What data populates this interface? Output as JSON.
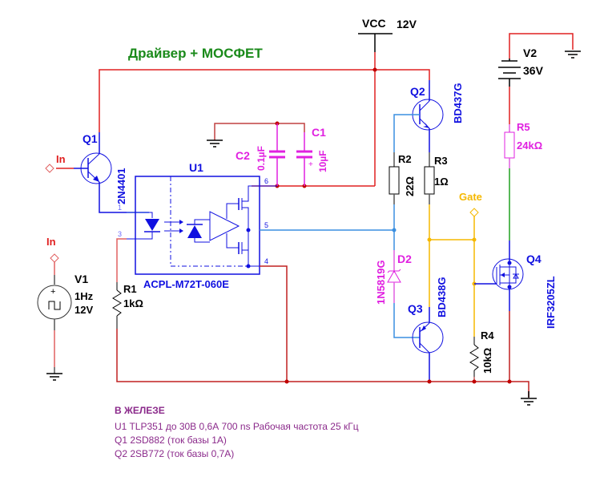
{
  "title": "Драйвер + МОСФЕТ",
  "colors": {
    "title": "#1a8a1a",
    "wire_power": "#e02020",
    "wire_ground": "#b01010",
    "wire_signal": "#3a8fe0",
    "wire_gate": "#f5b800",
    "wire_v2": "#20a020",
    "component_blue": "#1010e0",
    "component_pink": "#e020e0",
    "component_black": "#000000",
    "note_text": "#8b2a8b",
    "probe_red": "#e02020",
    "probe_gate": "#f5b800"
  },
  "supplies": {
    "vcc": {
      "name": "VCC",
      "value": "12V"
    },
    "v2": {
      "name": "V2",
      "value": "36V"
    },
    "v1": {
      "name": "V1",
      "freq": "1Hz",
      "value": "12V"
    }
  },
  "probes": {
    "in_q1": "In",
    "in_v1": "In",
    "gate": "Gate"
  },
  "components": {
    "q1": {
      "ref": "Q1",
      "part": "2N4401"
    },
    "q2": {
      "ref": "Q2",
      "part": "BD437G"
    },
    "q3": {
      "ref": "Q3",
      "part": "BD438G"
    },
    "q4": {
      "ref": "Q4",
      "part": "IRF3205ZL"
    },
    "u1": {
      "ref": "U1",
      "part": "ACPL-M72T-060E",
      "pins": {
        "p1": "1",
        "p3": "3",
        "p4": "4",
        "p5": "5",
        "p6": "6"
      }
    },
    "c1": {
      "ref": "C1",
      "value": "10µF"
    },
    "c2": {
      "ref": "C2",
      "value": "0.1µF"
    },
    "r1": {
      "ref": "R1",
      "value": "1kΩ"
    },
    "r2": {
      "ref": "R2",
      "value": "22Ω"
    },
    "r3": {
      "ref": "R3",
      "value": "1Ω"
    },
    "r4": {
      "ref": "R4",
      "value": "10kΩ"
    },
    "r5": {
      "ref": "R5",
      "value": "24kΩ"
    },
    "d2": {
      "ref": "D2",
      "part": "1N5819G"
    }
  },
  "notes": {
    "title": "В ЖЕЛЕЗЕ",
    "lines": [
      "U1 TLP351 до 30В 0,6А 700 ns Рабочая частота 25 кГц",
      "Q1 2SD882 (ток базы 1А)",
      "Q2 2SB772 (ток базы 0,7А)"
    ]
  }
}
